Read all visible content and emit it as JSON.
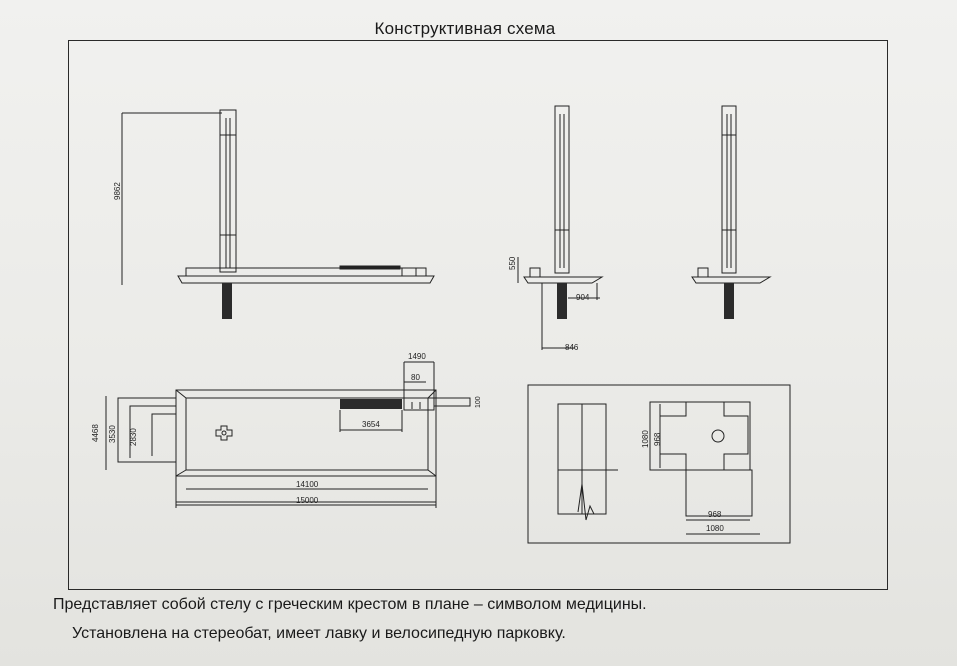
{
  "title": "Конструктивная схема",
  "captions": [
    "Представляет собой стелу с греческим крестом в плане – символом медицины.",
    "Установлена на стереобат, имеет лавку и велосипедную парковку."
  ],
  "dimensions": {
    "stele_height": "9862",
    "side_base_height": "550",
    "side_step_width": "904",
    "side_foundation_width": "846",
    "plan_top_width": "1490",
    "plan_top_small": "80",
    "plan_right_small": "100",
    "plan_height_outer": "4468",
    "plan_height_mid": "3530",
    "plan_height_inner": "2830",
    "plan_bench_length": "3654",
    "plan_length_inner": "14100",
    "plan_length_outer": "15000",
    "detail_height_outer": "1080",
    "detail_height_inner": "968",
    "detail_width_inner": "968",
    "detail_width_outer": "1080"
  }
}
